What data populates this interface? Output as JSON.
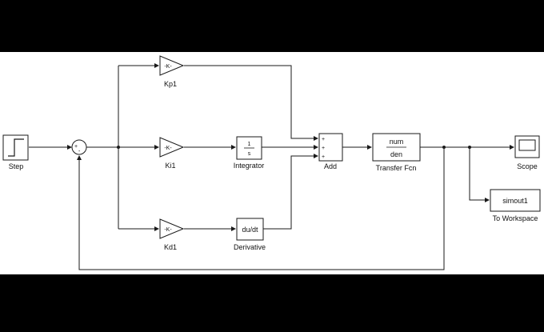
{
  "blocks": {
    "step": {
      "label": "Step"
    },
    "sum": {
      "plus": "+",
      "minus": "-"
    },
    "kp1": {
      "text": "-K-",
      "label": "Kp1"
    },
    "ki1": {
      "text": "-K-",
      "label": "Ki1"
    },
    "kd1": {
      "text": "-K-",
      "label": "Kd1"
    },
    "integrator": {
      "numerator": "1",
      "denominator": "s",
      "label": "Integrator"
    },
    "derivative": {
      "text": "du/dt",
      "label": "Derivative"
    },
    "add": {
      "signs": [
        "+",
        "+",
        "+"
      ],
      "label": "Add"
    },
    "transfer_fcn": {
      "numerator": "num",
      "denominator": "den",
      "label": "Transfer Fcn"
    },
    "scope": {
      "label": "Scope"
    },
    "to_workspace": {
      "text": "simout1",
      "label": "To Workspace"
    }
  },
  "colors": {
    "canvas": "#ffffff",
    "background": "#000000",
    "line": "#1a1a1a"
  }
}
